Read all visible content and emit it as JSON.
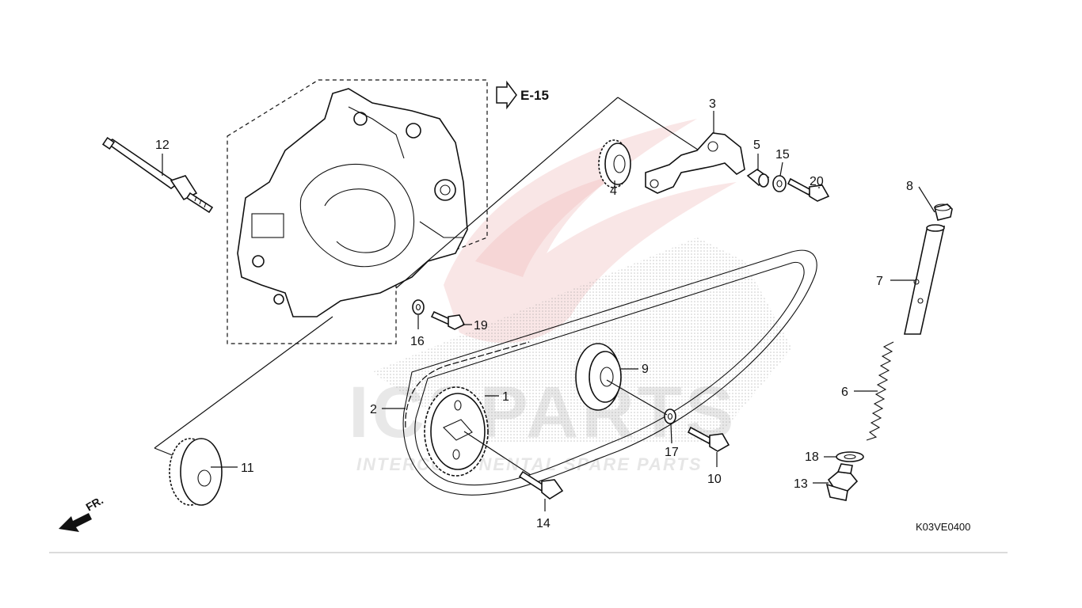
{
  "watermark": {
    "logo_text": "ICSPARTS",
    "tagline": "INTERCONTINENTAL SPARE PARTS"
  },
  "reference": {
    "label": "E-15"
  },
  "direction": {
    "label": "FR."
  },
  "diagram_code": "K03VE0400",
  "parts": [
    {
      "id": "p1",
      "label": "1"
    },
    {
      "id": "p2",
      "label": "2"
    },
    {
      "id": "p3",
      "label": "3"
    },
    {
      "id": "p4",
      "label": "4"
    },
    {
      "id": "p5",
      "label": "5"
    },
    {
      "id": "p6",
      "label": "6"
    },
    {
      "id": "p7",
      "label": "7"
    },
    {
      "id": "p8",
      "label": "8"
    },
    {
      "id": "p9",
      "label": "9"
    },
    {
      "id": "p10",
      "label": "10"
    },
    {
      "id": "p11",
      "label": "11"
    },
    {
      "id": "p12",
      "label": "12"
    },
    {
      "id": "p13",
      "label": "13"
    },
    {
      "id": "p14",
      "label": "14"
    },
    {
      "id": "p15",
      "label": "15"
    },
    {
      "id": "p16",
      "label": "16"
    },
    {
      "id": "p17",
      "label": "17"
    },
    {
      "id": "p18",
      "label": "18"
    },
    {
      "id": "p19",
      "label": "19"
    },
    {
      "id": "p20",
      "label": "20"
    }
  ]
}
